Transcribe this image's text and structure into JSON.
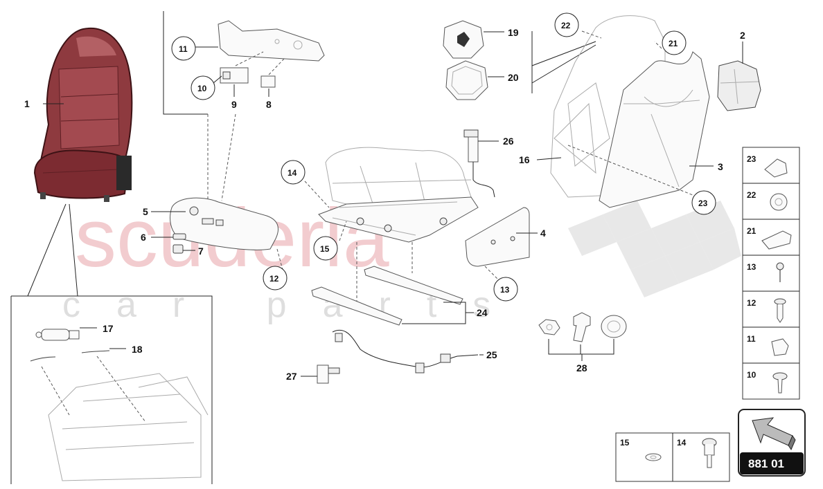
{
  "watermark": {
    "main": "scuderia",
    "sub": "car parts"
  },
  "diagram_code": "881 01",
  "callouts": {
    "c1": "1",
    "c2": "2",
    "c3": "3",
    "c4": "4",
    "c5": "5",
    "c6": "6",
    "c7": "7",
    "c8": "8",
    "c9": "9",
    "c10": "10",
    "c11": "11",
    "c12": "12",
    "c13": "13",
    "c14": "14",
    "c15": "15",
    "c16": "16",
    "c17": "17",
    "c18": "18",
    "c19": "19",
    "c20": "20",
    "c21": "21",
    "c22": "22",
    "c23": "23",
    "c24": "24",
    "c25": "25",
    "c26": "26",
    "c27": "27",
    "c28": "28"
  },
  "side_table": [
    "23",
    "22",
    "21",
    "13",
    "12",
    "11",
    "10"
  ],
  "bottom_table": [
    "15",
    "14"
  ],
  "colors": {
    "seat": "#8e3a3f",
    "seat_dark": "#5e1f24",
    "watermark": "#e8a3a8"
  }
}
